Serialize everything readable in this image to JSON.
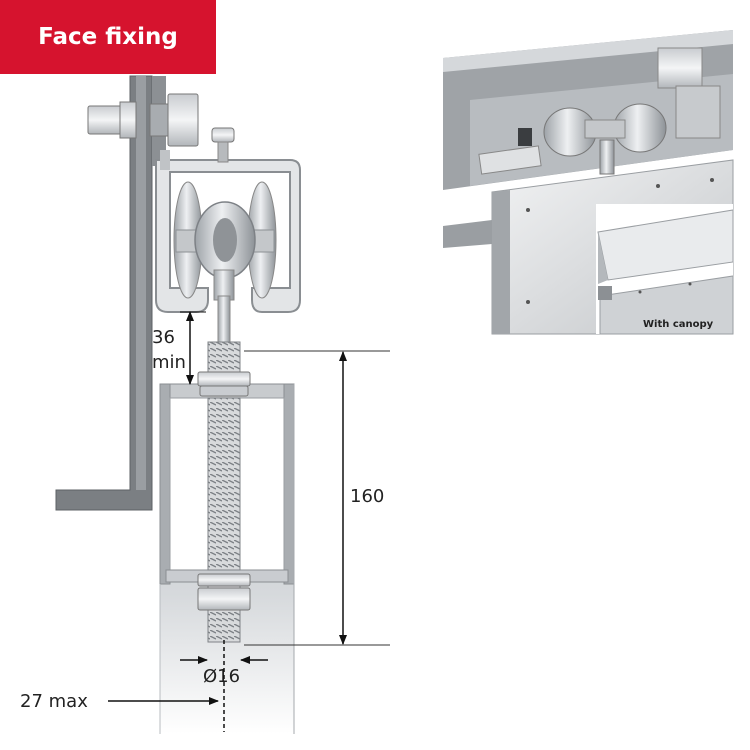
{
  "header": {
    "title": "Face fixing"
  },
  "dimensions": {
    "min_gap_value": "36",
    "min_gap_suffix": "min",
    "height": "160",
    "diameter": "Ø16",
    "max_offset": "27 max"
  },
  "photo": {
    "inset_caption": "With canopy"
  },
  "colors": {
    "banner": "#d6132e"
  }
}
